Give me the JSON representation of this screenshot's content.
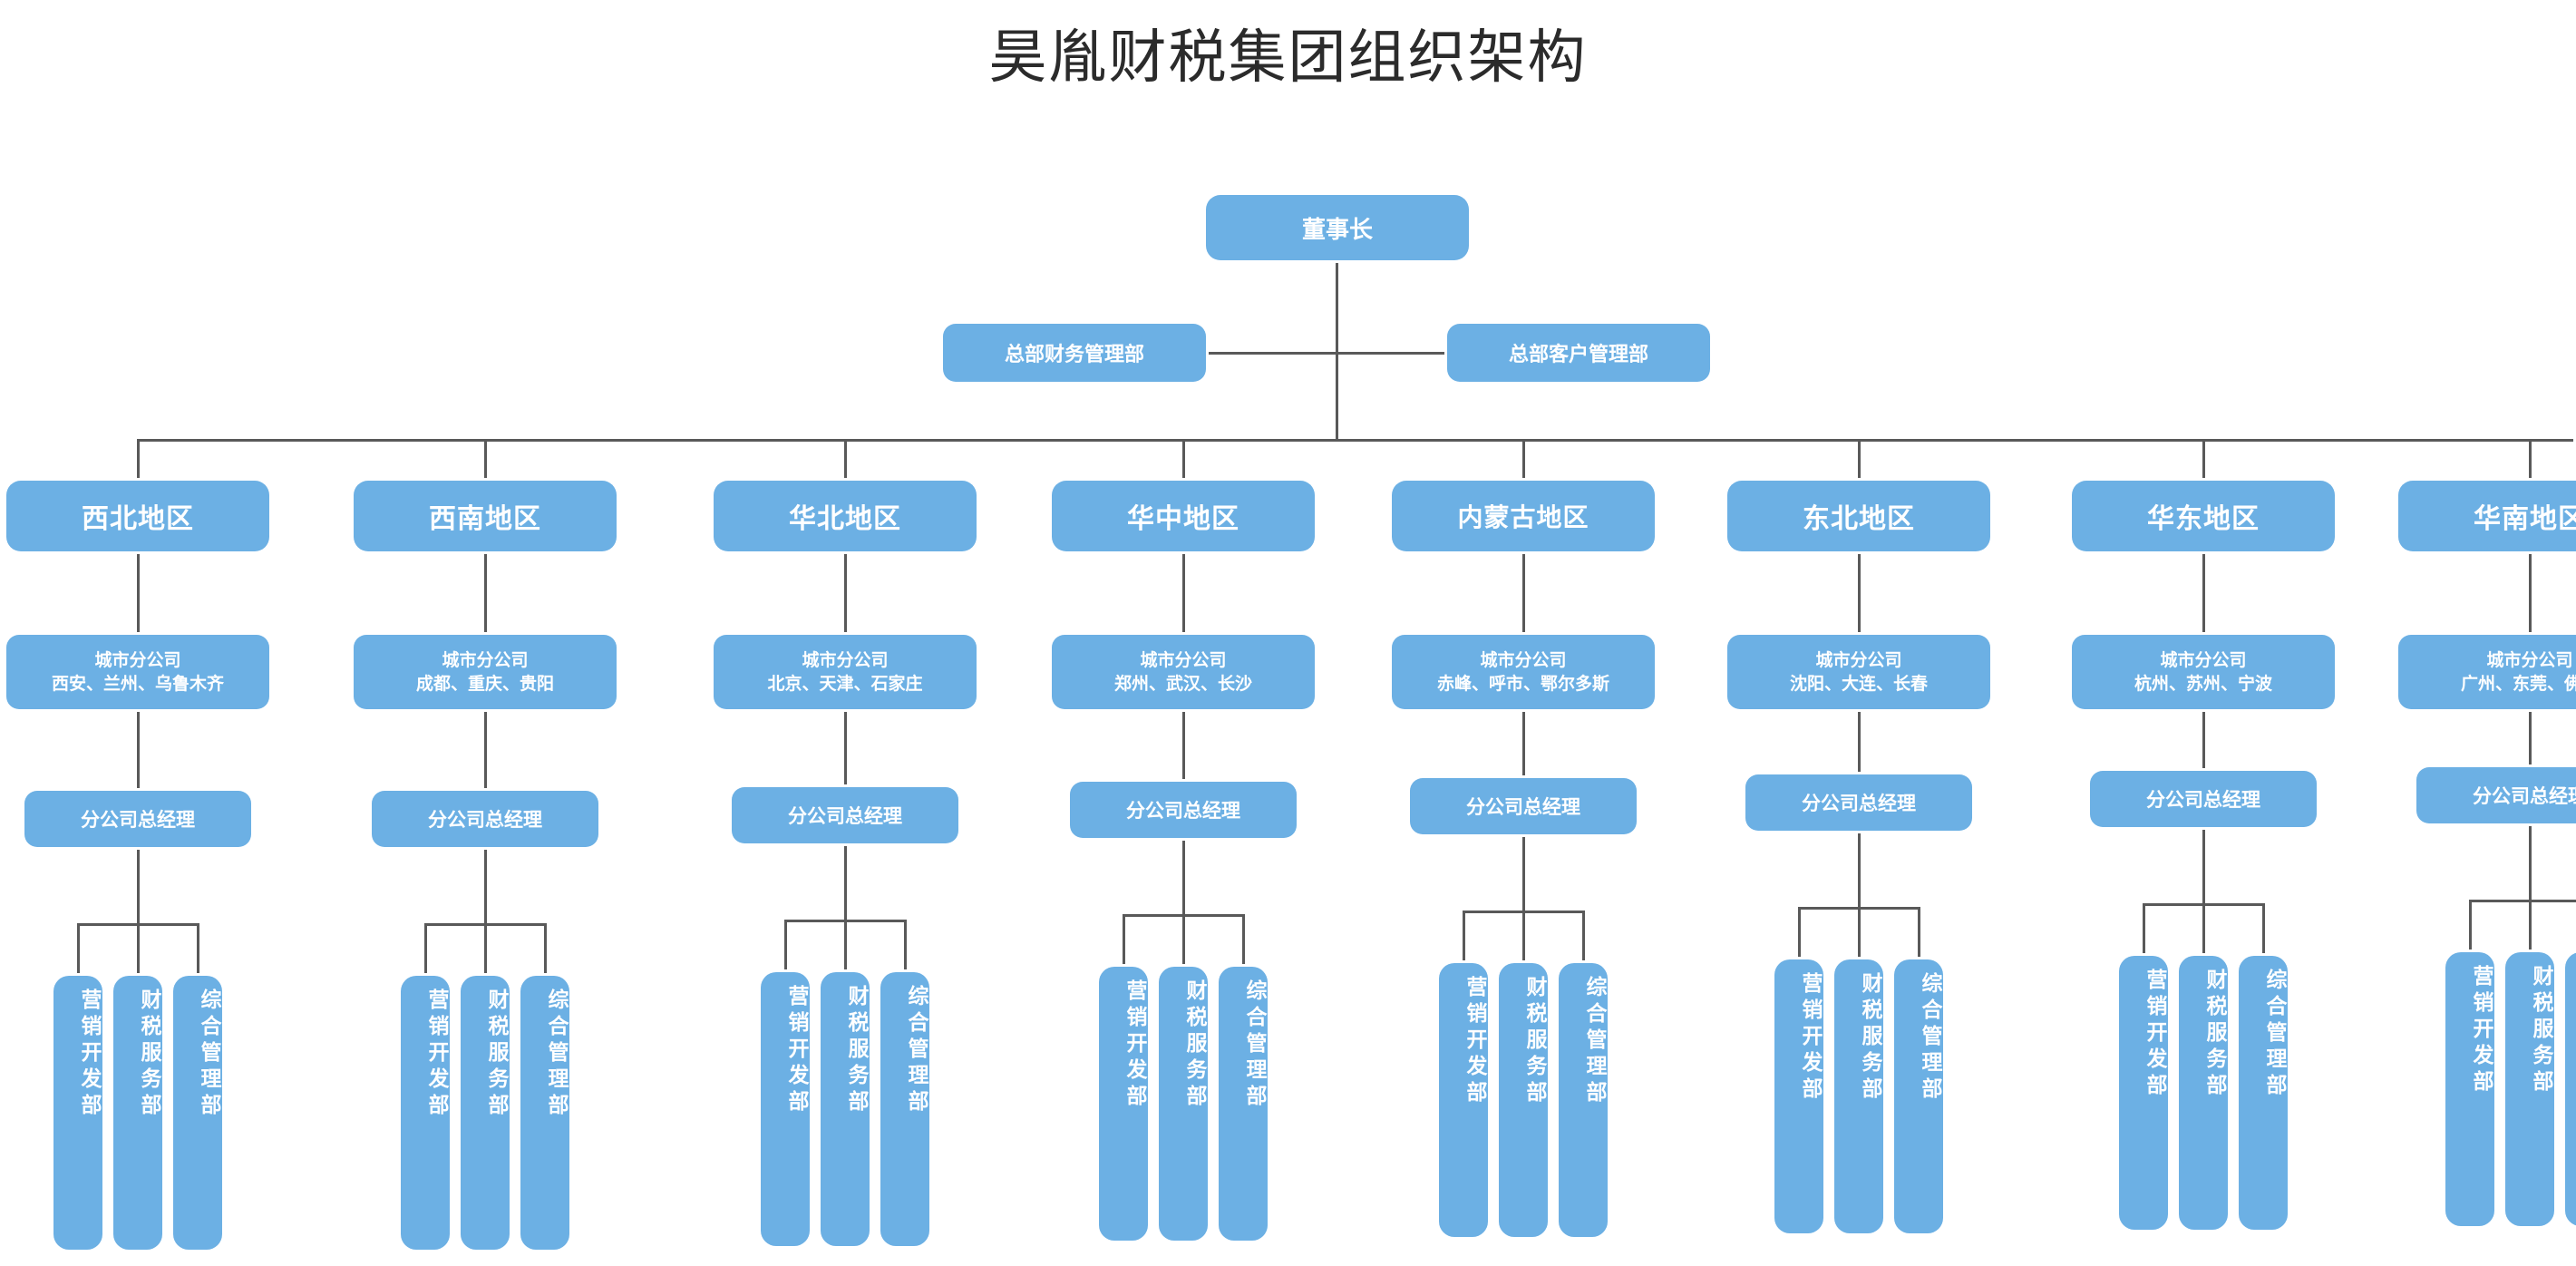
{
  "title": "昊胤财税集团组织架构",
  "top": {
    "chairman": "董事长",
    "staff_left": "总部财务管理部",
    "staff_right": "总部客户管理部"
  },
  "labels": {
    "city_branch": "城市分公司",
    "branch_gm": "分公司总经理"
  },
  "departments": [
    "营销开发部",
    "财税服务部",
    "综合管理部"
  ],
  "colors": {
    "node_fill": "#6cb0e4",
    "node_text": "#ffffff",
    "line": "#595959",
    "title_text": "#2b2b2b",
    "background": "#ffffff"
  },
  "regions": [
    {
      "name": "西北地区",
      "cities": "西安、兰州、乌鲁木齐"
    },
    {
      "name": "西南地区",
      "cities": "成都、重庆、贵阳"
    },
    {
      "name": "华北地区",
      "cities": "北京、天津、石家庄"
    },
    {
      "name": "华中地区",
      "cities": "郑州、武汉、长沙"
    },
    {
      "name": "内蒙古地区",
      "cities": "赤峰、呼市、鄂尔多斯"
    },
    {
      "name": "东北地区",
      "cities": "沈阳、大连、长春"
    },
    {
      "name": "华东地区",
      "cities": "杭州、苏州、宁波"
    },
    {
      "name": "华南地区",
      "cities": "广州、东莞、佛山"
    }
  ]
}
